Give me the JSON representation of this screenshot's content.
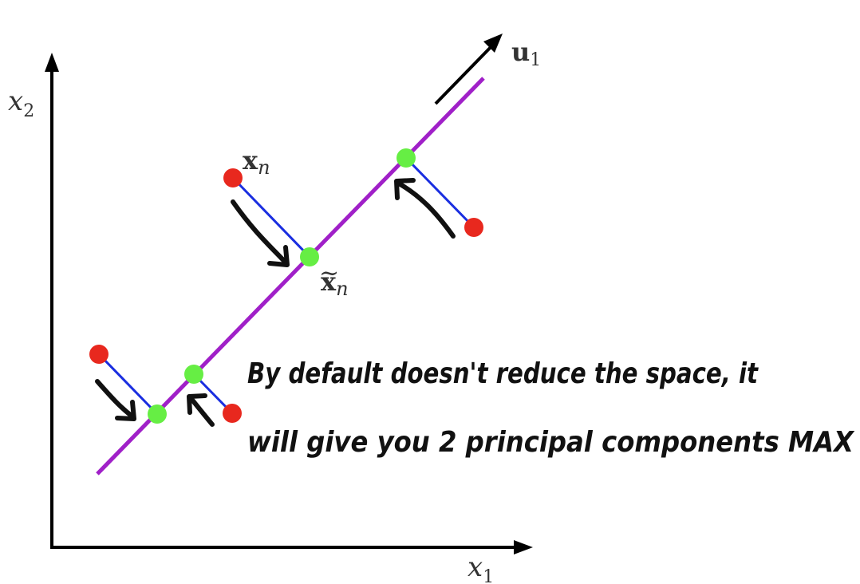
{
  "axes": {
    "x_label_base": "x",
    "x_label_sub": "1",
    "y_label_base": "x",
    "y_label_sub": "2"
  },
  "labels": {
    "u1_base": "u",
    "u1_sub": "1",
    "xn_base": "x",
    "xn_sub": "n",
    "xtilde_base": "x",
    "xtilde_sub": "n",
    "tilde": "~"
  },
  "annotation": {
    "line1": "By default doesn't reduce the space, it",
    "line2": "will give you 2 principal components MAX"
  },
  "colors": {
    "axis": "#000000",
    "principal_line": "#a020c8",
    "projection_line": "#1a2ee0",
    "data_point": "#e8281e",
    "projected_point": "#66ee44",
    "arrow": "#111111"
  }
}
